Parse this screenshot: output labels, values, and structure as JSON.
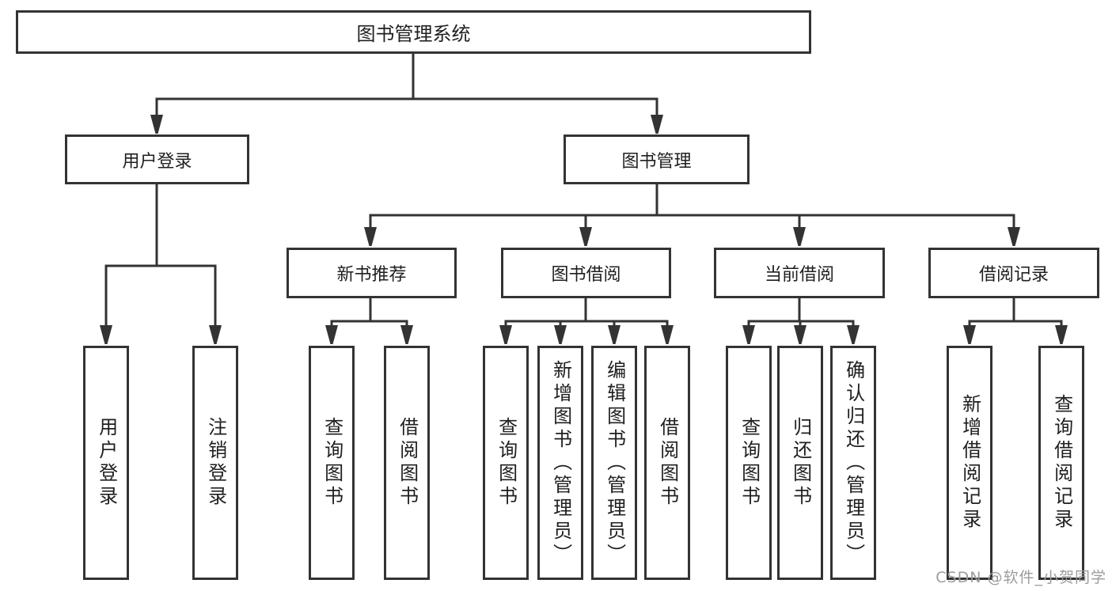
{
  "root": {
    "label": "图书管理系统"
  },
  "level2": [
    {
      "label": "用户登录"
    },
    {
      "label": "图书管理"
    }
  ],
  "level3": [
    {
      "label": "新书推荐",
      "parent": "图书管理"
    },
    {
      "label": "图书借阅",
      "parent": "图书管理"
    },
    {
      "label": "当前借阅",
      "parent": "图书管理"
    },
    {
      "label": "借阅记录",
      "parent": "图书管理"
    }
  ],
  "leaves": [
    {
      "label": "用户登录",
      "parent": "用户登录"
    },
    {
      "label": "注销登录",
      "parent": "用户登录"
    },
    {
      "label": "查询图书",
      "parent": "新书推荐"
    },
    {
      "label": "借阅图书",
      "parent": "新书推荐"
    },
    {
      "label": "查询图书",
      "parent": "图书借阅"
    },
    {
      "label": "新增图书（管理员）",
      "parent": "图书借阅"
    },
    {
      "label": "编辑图书（管理员）",
      "parent": "图书借阅"
    },
    {
      "label": "借阅图书",
      "parent": "图书借阅"
    },
    {
      "label": "查询图书",
      "parent": "当前借阅"
    },
    {
      "label": "归还图书",
      "parent": "当前借阅"
    },
    {
      "label": "确认归还（管理员）",
      "parent": "当前借阅"
    },
    {
      "label": "新增借阅记录",
      "parent": "借阅记录"
    },
    {
      "label": "查询借阅记录",
      "parent": "借阅记录"
    }
  ],
  "watermark": {
    "text": "CSDN @软件_小贺同学"
  },
  "colors": {
    "line": "#333333",
    "text": "#1f1f1f",
    "box_background": "#ffffff",
    "watermark": "#9c9c9c"
  }
}
